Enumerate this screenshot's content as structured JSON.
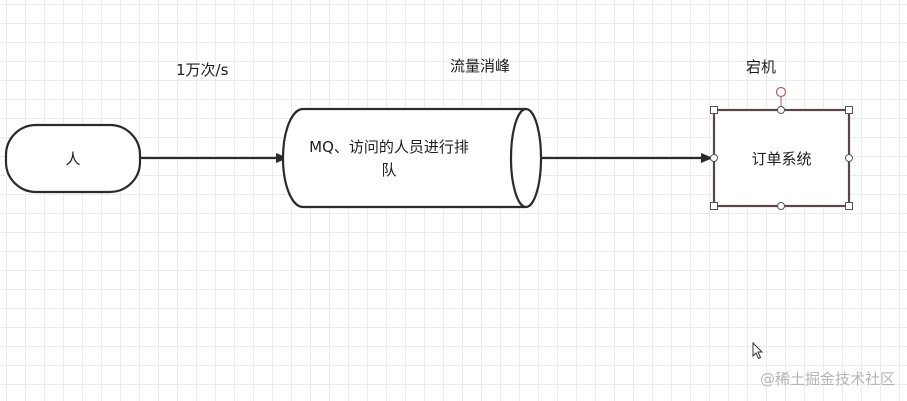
{
  "labels": {
    "rate": "1万次/s",
    "peak_shaving": "流量消峰",
    "crash": "宕机"
  },
  "nodes": {
    "person": "人",
    "mq_line1": "MQ、访问的人员进行排",
    "mq_line2": "队",
    "order_system": "订单系统"
  },
  "watermark": "@稀土掘金技术社区",
  "colors": {
    "stroke": "#2b2b2b",
    "order_border": "#5b4646",
    "handle_rotate": "#b85c5c"
  }
}
